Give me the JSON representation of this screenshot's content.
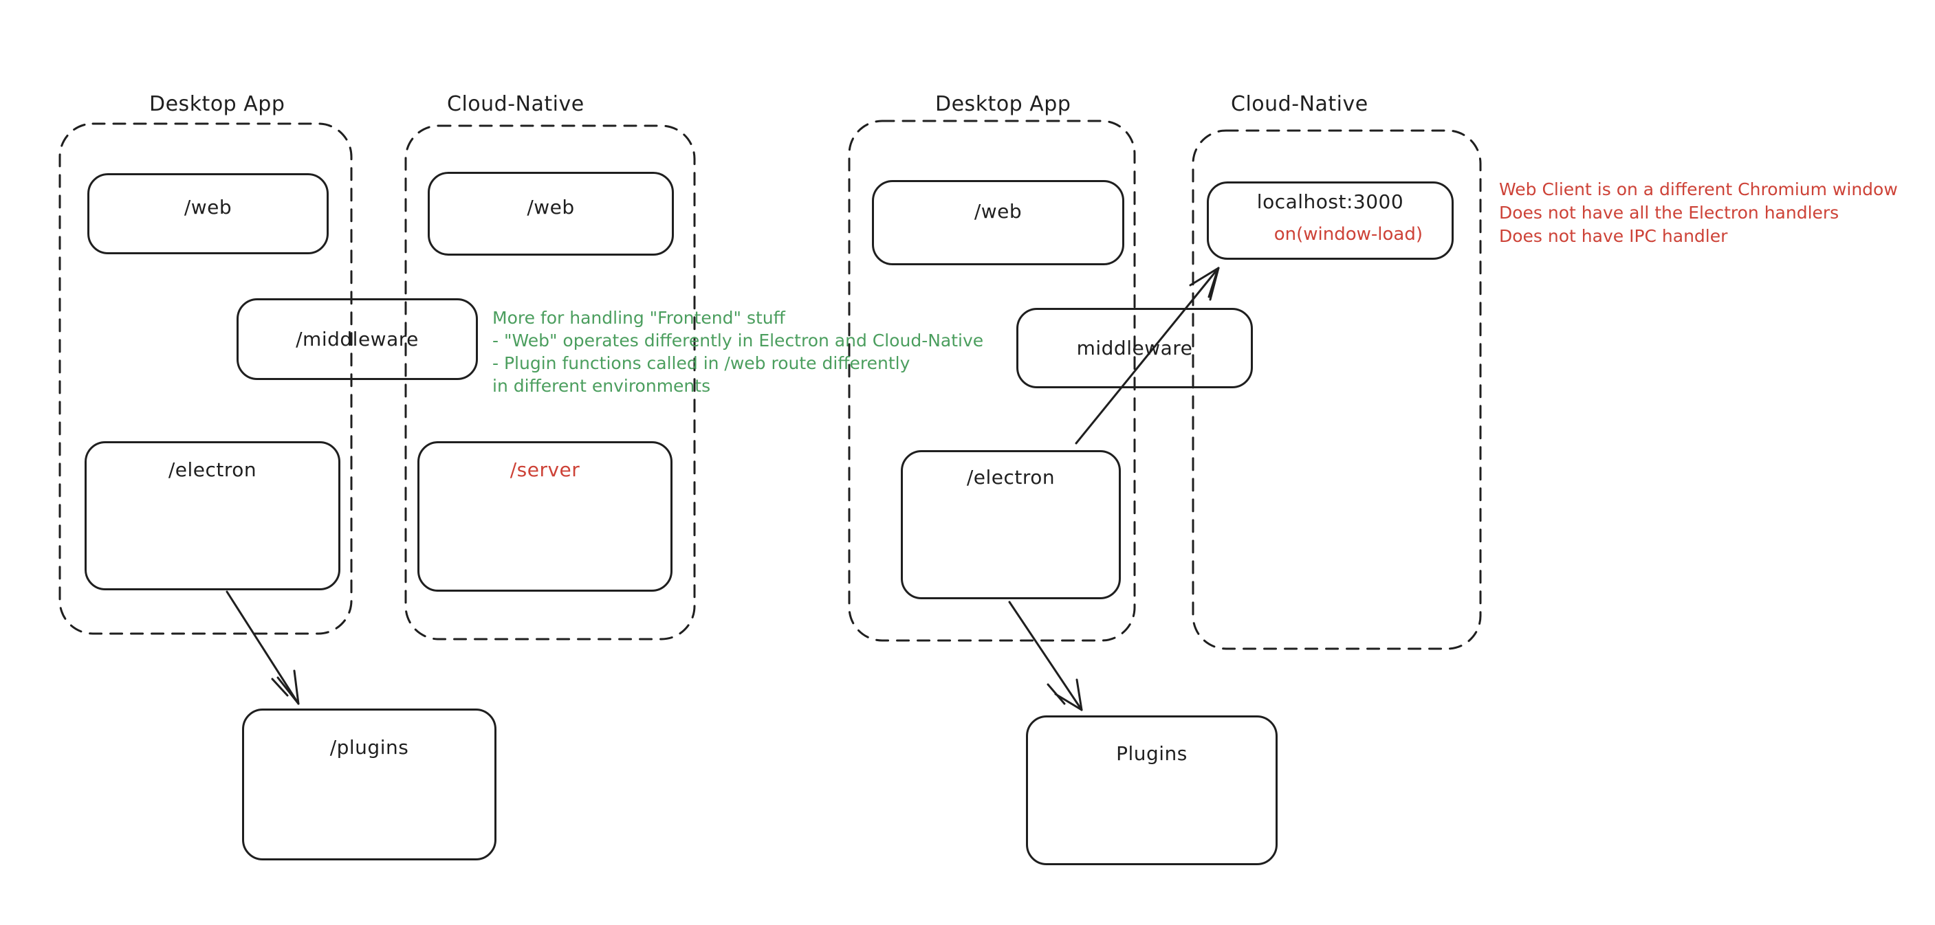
{
  "colors": {
    "background": "#ffffff",
    "ink": "#1f1f1f",
    "green": "#4b9e5e",
    "red": "#cd4237"
  },
  "left_diagram": {
    "desktop_label": "Desktop App",
    "cloud_label": "Cloud-Native",
    "web_desktop": "/web",
    "web_cloud": "/web",
    "middleware": "/middleware",
    "electron": "/electron",
    "server": "/server",
    "plugins": "/plugins",
    "note_lines": [
      "More for handling \"Frontend\" stuff",
      "- \"Web\" operates differently in Electron and Cloud-Native",
      "- Plugin functions called in /web route differently",
      "in different environments"
    ]
  },
  "right_diagram": {
    "desktop_label": "Desktop App",
    "cloud_label": "Cloud-Native",
    "web": "/web",
    "localhost": "localhost:3000",
    "window_load": "on(window-load)",
    "middleware": "middleware",
    "electron": "/electron",
    "plugins": "Plugins",
    "note_lines": [
      "Web Client is on a different Chromium window",
      "Does not have all the Electron handlers",
      "Does not have IPC handler"
    ]
  }
}
